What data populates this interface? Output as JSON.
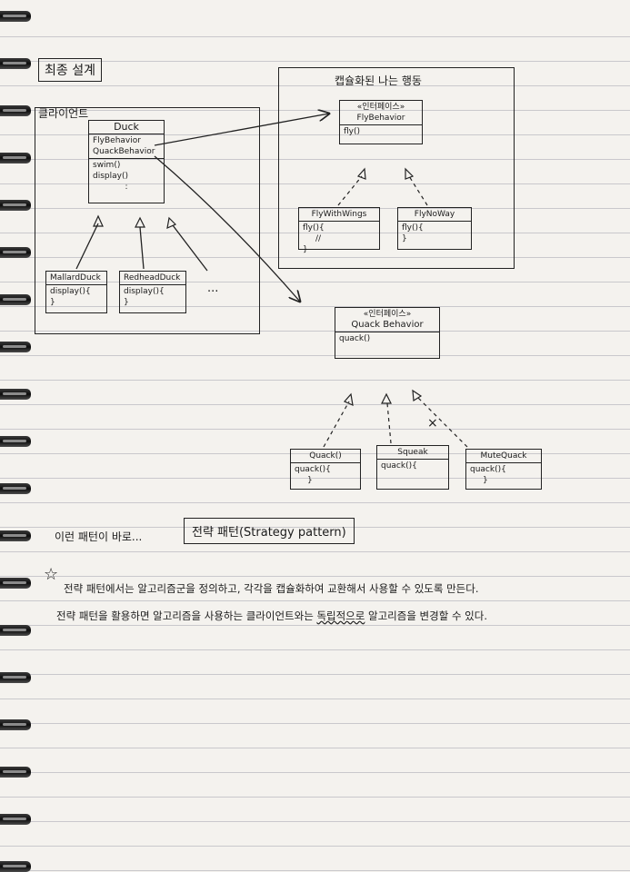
{
  "title": "최종 설계",
  "client_label": "클라이언트",
  "encapsulated_label": "캡슐화된 나는 행동",
  "duck": {
    "name": "Duck",
    "fields": [
      "FlyBehavior",
      "QuackBehavior"
    ],
    "methods": [
      "swim()",
      "display()",
      ":"
    ]
  },
  "duck_subclasses": [
    {
      "name": "MallardDuck",
      "method": "display(){",
      "end": "}"
    },
    {
      "name": "RedheadDuck",
      "method": "display(){",
      "end": "}"
    }
  ],
  "ellipsis": "...",
  "fly_interface": {
    "stereotype": "«인터페이스»",
    "name": "FlyBehavior",
    "method": "fly()"
  },
  "fly_impls": [
    {
      "name": "FlyWithWings",
      "method": "fly(){",
      "body": "//",
      "end": "}"
    },
    {
      "name": "FlyNoWay",
      "method": "fly(){",
      "end": "}"
    }
  ],
  "quack_interface": {
    "stereotype": "«인터페이스»",
    "name": "Quack Behavior",
    "method": "quack()"
  },
  "quack_impls": [
    {
      "name": "Quack()",
      "method": "quack(){",
      "end": "}"
    },
    {
      "name": "Squeak",
      "method": "quack(){",
      "end": ""
    },
    {
      "name": "MuteQuack",
      "method": "quack(){",
      "end": "}"
    }
  ],
  "x_mark": "×",
  "pattern_intro": "이런 패턴이 바로...",
  "pattern_name": "전략 패턴(Strategy pattern)",
  "star_icon": "☆",
  "note_line1": "전략 패턴에서는 알고리즘군을 정의하고, 각각을 캡슐화하여 교환해서 사용할 수 있도록 만든다.",
  "note_line2_a": "전략 패턴을 활용하면 알고리즘을 사용하는 클라이언트와는",
  "note_line2_b": "독립적으로",
  "note_line2_c": "알고리즘을 변경할 수 있다."
}
